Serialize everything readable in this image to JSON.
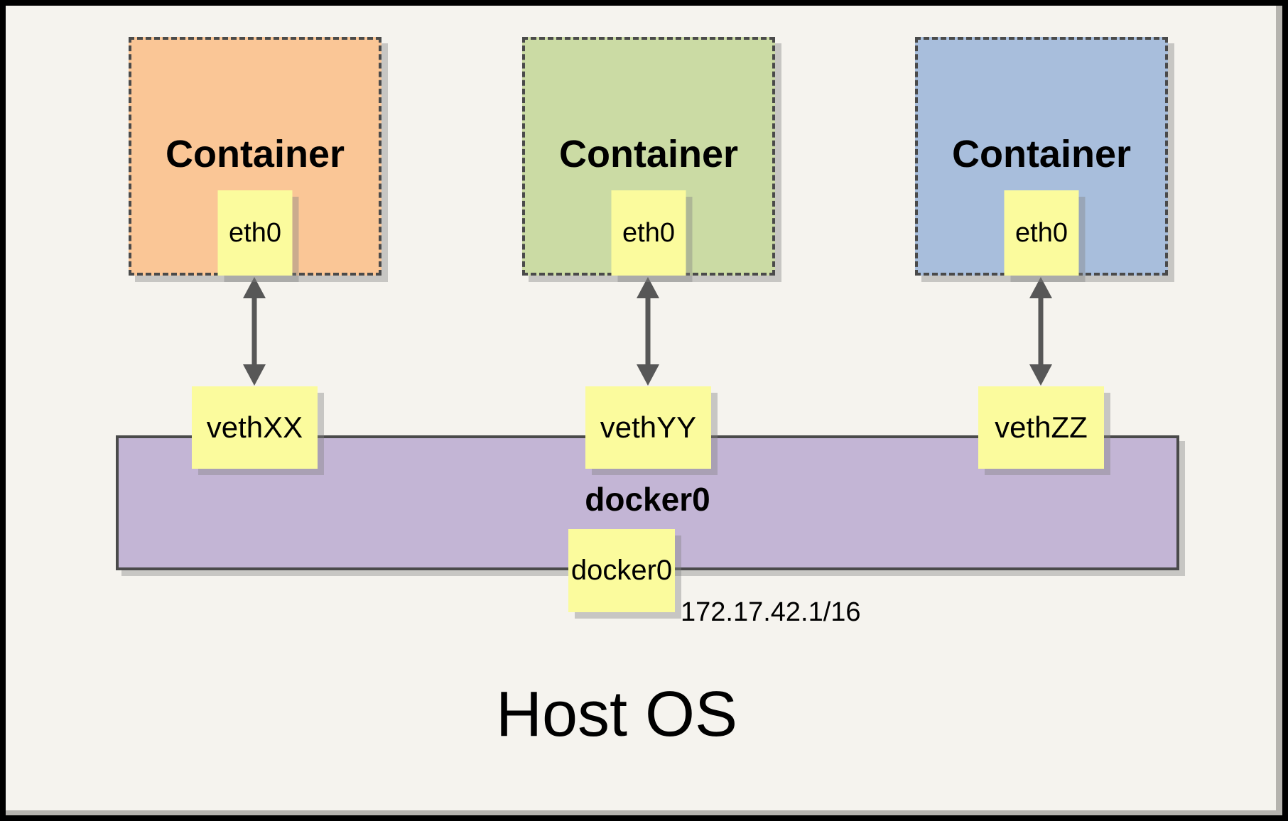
{
  "page": {
    "title": "Host OS"
  },
  "bridge": {
    "name_label": "docker0",
    "interface_label": "docker0",
    "ip_label": "172.17.42.1/16"
  },
  "containers": [
    {
      "label": "Container",
      "interface_label": "eth0",
      "veth_label": "vethXX",
      "fill": "#FAC696"
    },
    {
      "label": "Container",
      "interface_label": "eth0",
      "veth_label": "vethYY",
      "fill": "#CBDBA4"
    },
    {
      "label": "Container",
      "interface_label": "eth0",
      "veth_label": "vethZZ",
      "fill": "#A8BEDC"
    }
  ],
  "colors": {
    "canvas_background": "#F5F3EE",
    "frame_border": "#000000",
    "canvas_shadow": "#B5B3AE",
    "interface_box_fill": "#FBFB9D",
    "bridge_bar_fill": "#C3B5D5",
    "dashed_border": "#4A4A4A",
    "arrow": "#575757"
  }
}
